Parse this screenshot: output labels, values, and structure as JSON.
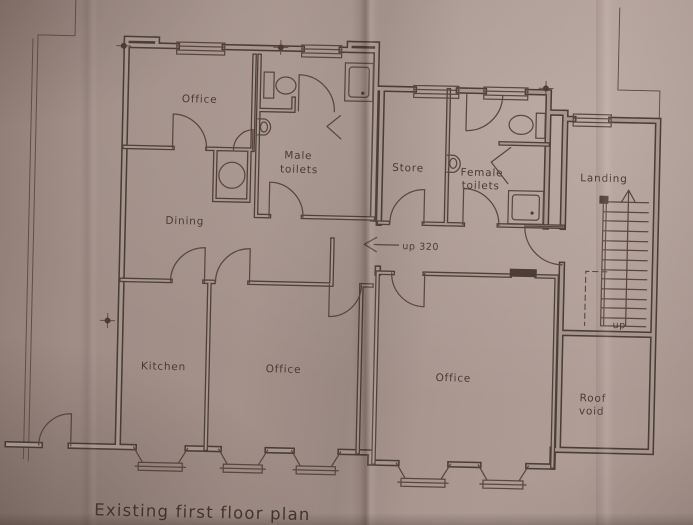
{
  "plan": {
    "title": "Existing first floor plan",
    "rooms": {
      "office_top_left": "Office",
      "male_toilets_line1": "Male",
      "male_toilets_line2": "toilets",
      "store": "Store",
      "female_toilets_line1": "Female",
      "female_toilets_line2": "toilets",
      "landing": "Landing",
      "dining": "Dining",
      "kitchen": "Kitchen",
      "office_bottom_middle": "Office",
      "office_bottom_right": "Office",
      "roof_void_line1": "Roof",
      "roof_void_line2": "void"
    },
    "annotations": {
      "corridor_steps": "up 320",
      "stairs_direction": "up"
    },
    "colors": {
      "paper": "#a3918a",
      "ink": "#463830"
    }
  }
}
